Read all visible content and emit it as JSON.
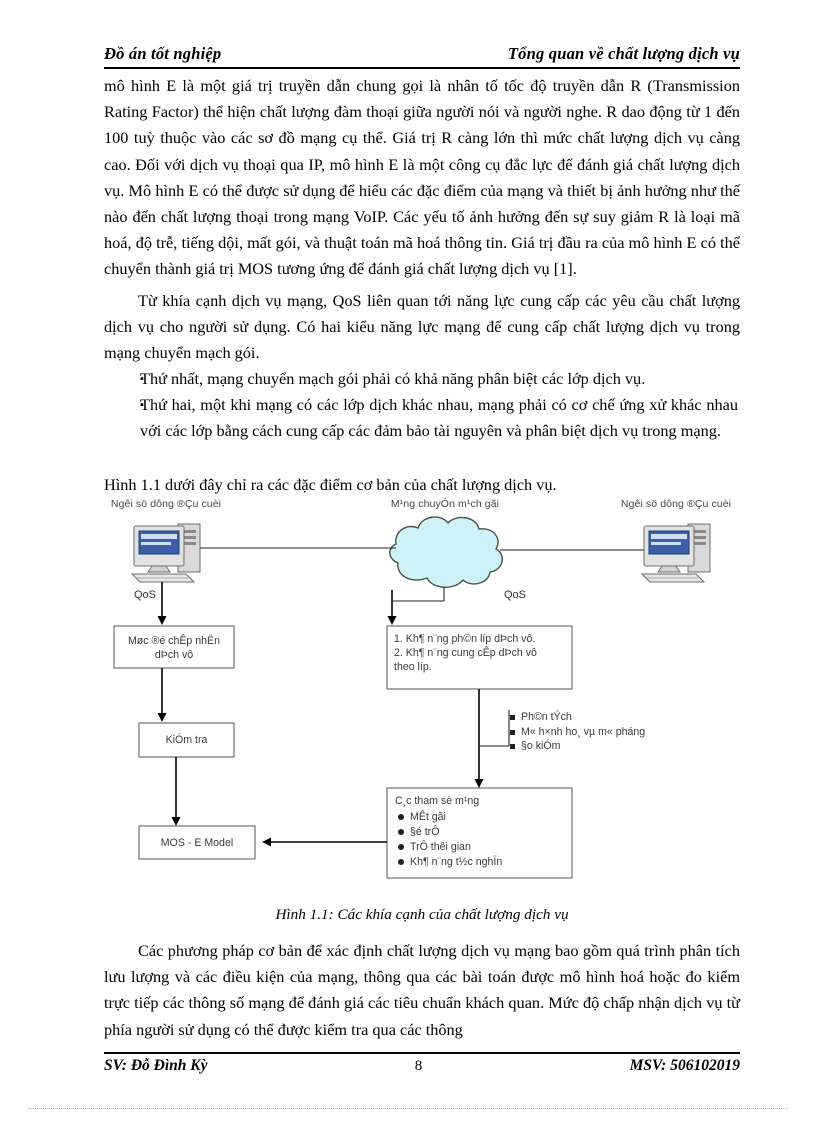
{
  "header": {
    "left": "Đồ án tốt nghiệp",
    "right": "Tổng quan  về chất lượng dịch vụ"
  },
  "paragraphs": {
    "p1": "mô hình E là một giá trị truyền dẫn chung gọi là nhân tố tốc độ truyền dẫn R (Transmission Rating Factor) thể hiện chất lượng đàm thoại giữa người nói và người nghe. R dao động từ 1 đến 100 tuỳ thuộc vào các sơ đồ mạng cụ thể. Giá trị R càng lớn thì mức chất lượng dịch vụ càng cao. Đối với dịch vụ thoại qua IP, mô hình E là một công cụ đắc lực để đánh giá chất lượng dịch vụ. Mô hình E có thể được sử dụng để hiểu các đặc điểm của mạng và thiết bị ảnh hưởng như thế nào đến chất lượng thoại trong mạng VoIP. Các yếu tố ảnh hưởng đến sự suy giảm R là loại mã hoá, độ trễ, tiếng dội, mất gói, và thuật toán mã hoá thông tin. Giá trị đầu ra của mô hình E có thể chuyển thành giá trị MOS tương ứng để đánh giá chất lượng dịch vụ [1].",
    "p2": "Từ khía cạnh dịch vụ mạng, QoS liên quan tới năng lực cung cấp các yêu cầu chất lượng dịch vụ cho người sử dụng. Có hai kiểu năng lực mạng để cung cấp chất lượng dịch vụ trong mạng chuyển mạch gói.",
    "bullet1": "Thứ nhất, mạng chuyển mạch gói phải có khả năng phân biệt các lớp dịch vụ.",
    "bullet2": "Thứ hai, một khi mạng có các lớp dịch khác nhau, mạng phải có cơ chế ứng xử khác nhau với các lớp bằng cách cung cấp các đảm bảo tài nguyên và phân biệt dịch vụ trong mạng.",
    "fig_lead": "Hình 1.1 dưới đây chỉ ra các đặc điểm cơ bản của chất lượng dịch vụ.",
    "p_last": "Các phương pháp cơ bản để xác định chất lượng dịch vụ mạng bao gồm quá trình phân tích lưu lượng và các điều kiện của mạng, thông qua các bài toán được mô hình hoá hoặc đo kiểm trực tiếp các thông số mạng để đánh giá các tiêu chuẩn khách quan. Mức độ chấp nhận dịch vụ từ phía người sử dụng có thể được kiểm tra qua các thông"
  },
  "bullet_marker": "▪",
  "figure": {
    "top_labels": {
      "left": "Ngêi sö dông ®Çu cuèi",
      "middle": "M¹ng chuyÓn m¹ch gãi",
      "right": "Ngêi sö dông ®Çu cuèi"
    },
    "qos_left": "QoS",
    "qos_right": "QoS",
    "box_accept": "Møc ®é chÊp nhËn\ndÞch vô",
    "box_check": "KiÓm tra",
    "box_mos": "MOS - E Model",
    "box_capability": "1. Kh¶ n¨ng ph©n líp dÞch vô.\n2. Kh¶ n¨ng cung cÊp dÞch vô\ntheo líp.",
    "mid_list": [
      "Ph©n tÝch",
      "M« h×nh ho¸ vµ m« pháng",
      "§o kiÓm"
    ],
    "param_box": {
      "title": "C¸c tham sè m¹ng",
      "items": [
        "MÊt gãi",
        "§é trÔ",
        "TrÔ thêi gian",
        "Kh¶ n¨ng t½c nghÏn"
      ]
    },
    "colors": {
      "cloud_fill": "#cdf3f6",
      "monitor_screen": "#3b5fa8",
      "box_border": "#555555"
    }
  },
  "caption": "Hình 1.1: Các khía cạnh của chất lượng dịch vụ",
  "footer": {
    "left": "SV: Đỗ Đình Kỳ",
    "page": "8",
    "right": "MSV: 506102019"
  }
}
